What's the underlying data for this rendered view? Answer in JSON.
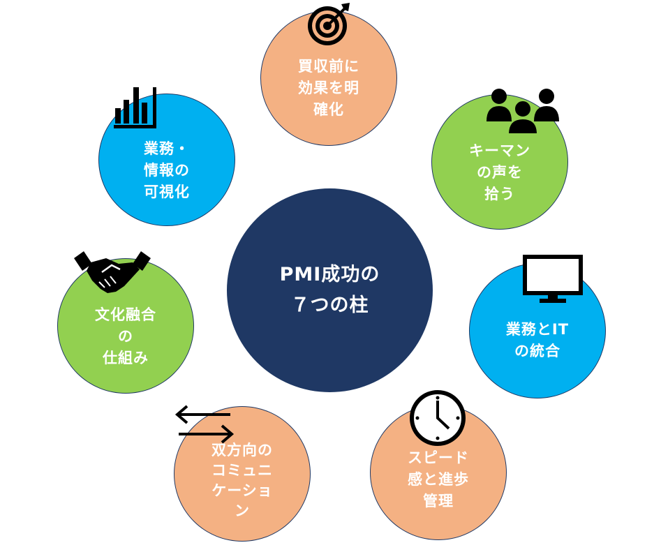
{
  "center": {
    "label": "PMI成功の\n７つの柱"
  },
  "pillars": [
    {
      "label": "買収前に\n効果を明\n確化",
      "icon": "target-icon",
      "color": "#f4b183"
    },
    {
      "label": "キーマン\nの声を\n拾う",
      "icon": "people-icon",
      "color": "#92d050"
    },
    {
      "label": "業務とIT\nの統合",
      "icon": "monitor-icon",
      "color": "#00b0f0"
    },
    {
      "label": "スピード\n感と進歩\n管理",
      "icon": "clock-icon",
      "color": "#f4b183"
    },
    {
      "label": "双方向の\nコミュニ\nケーショ\nン",
      "icon": "exchange-arrows-icon",
      "color": "#f4b183"
    },
    {
      "label": "文化融合\nの\n仕組み",
      "icon": "handshake-icon",
      "color": "#92d050"
    },
    {
      "label": "業務・\n情報の\n可視化",
      "icon": "bar-chart-icon",
      "color": "#00b0f0"
    }
  ],
  "colors": {
    "navy": "#1f3864",
    "orange": "#f4b183",
    "green": "#92d050",
    "blue": "#00b0f0"
  }
}
